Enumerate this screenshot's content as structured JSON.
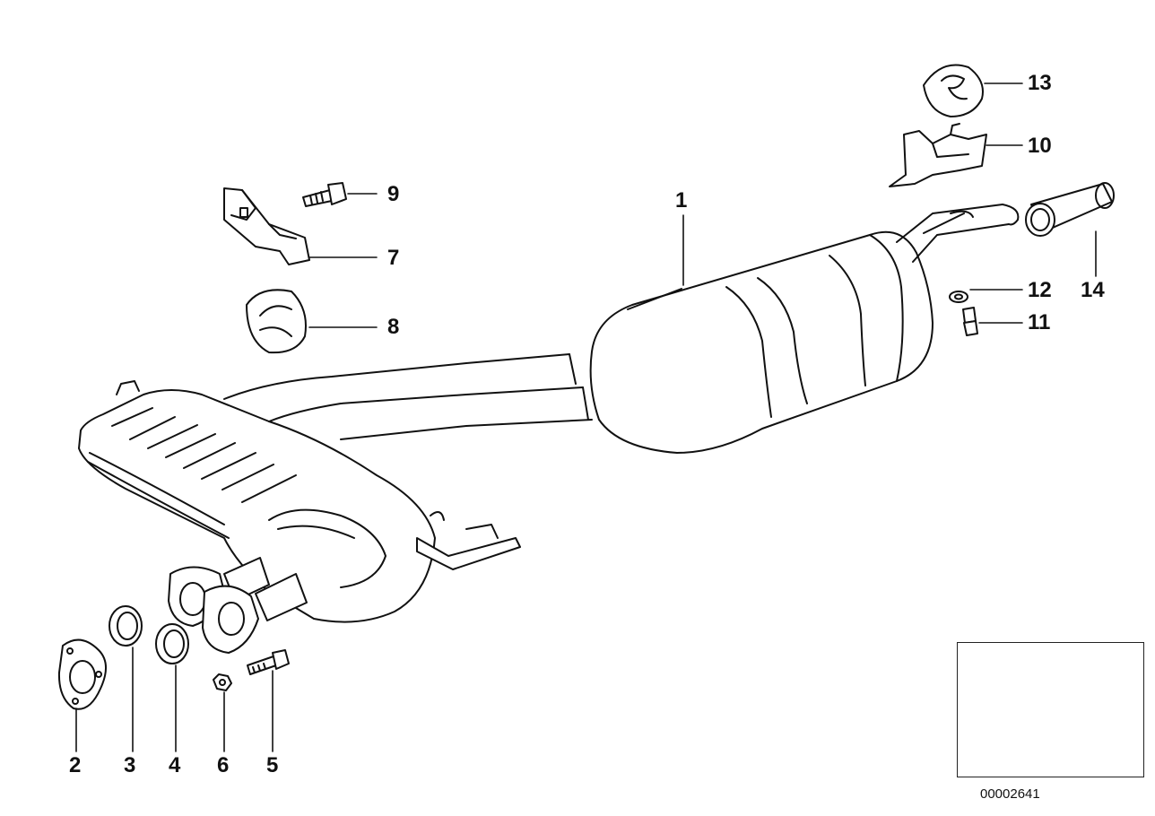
{
  "diagram": {
    "callouts": [
      {
        "id": "c1",
        "label": "1"
      },
      {
        "id": "c2",
        "label": "2"
      },
      {
        "id": "c3",
        "label": "3"
      },
      {
        "id": "c4",
        "label": "4"
      },
      {
        "id": "c5",
        "label": "5"
      },
      {
        "id": "c6",
        "label": "6"
      },
      {
        "id": "c7",
        "label": "7"
      },
      {
        "id": "c8",
        "label": "8"
      },
      {
        "id": "c9",
        "label": "9"
      },
      {
        "id": "c10",
        "label": "10"
      },
      {
        "id": "c11",
        "label": "11"
      },
      {
        "id": "c12",
        "label": "12"
      },
      {
        "id": "c13",
        "label": "13"
      },
      {
        "id": "c14",
        "label": "14"
      }
    ],
    "reference_number": "00002641"
  }
}
